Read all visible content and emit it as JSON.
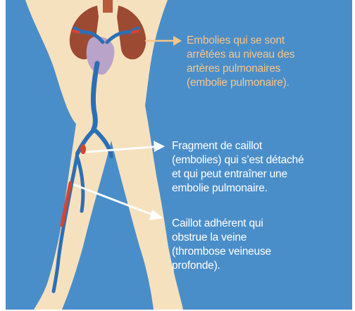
{
  "colors": {
    "background": "#4a8ec9",
    "skin": "#f6e1be",
    "lung": "#9c4a32",
    "heart": "#b9a3c9",
    "vein": "#2b6fb5",
    "clot": "#d8432e",
    "annotation_highlight": "#f6c58c",
    "annotation_text": "#ffffff"
  },
  "icons": {
    "lungs": "lungs-illustration",
    "heart": "heart-illustration",
    "veins": "leg-vein-illustration",
    "arrows": "arrow-right"
  },
  "annotations": {
    "embolie_pulmonaire": "Embolies qui se sont\narrêtées au niveau des\nartères pulmonaires\n(embolie pulmonaire).",
    "fragment_caillot": "Fragment de caillot\n(embolies) qui s’est détaché\net qui peut entraîner une\nembolie pulmonaire.",
    "caillot_adherent": "Caillot adhérent qui\nobstrue la veine\n(thrombose veineuse\nprofonde)."
  }
}
